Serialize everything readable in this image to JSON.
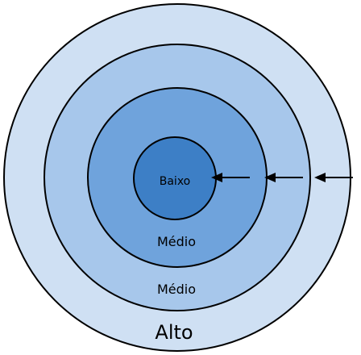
{
  "levels": {
    "outer": {
      "label": "Alto",
      "color": "#cfe0f3"
    },
    "second": {
      "label": "Médio",
      "color": "#a7c7eb"
    },
    "third": {
      "label": "Médio",
      "color": "#6fa3dc"
    },
    "core": {
      "label": "Baixo",
      "color": "#3d7fc6"
    }
  },
  "arrows": {
    "count": 3,
    "direction": "pointing-left-toward-center",
    "color": "#000000"
  }
}
